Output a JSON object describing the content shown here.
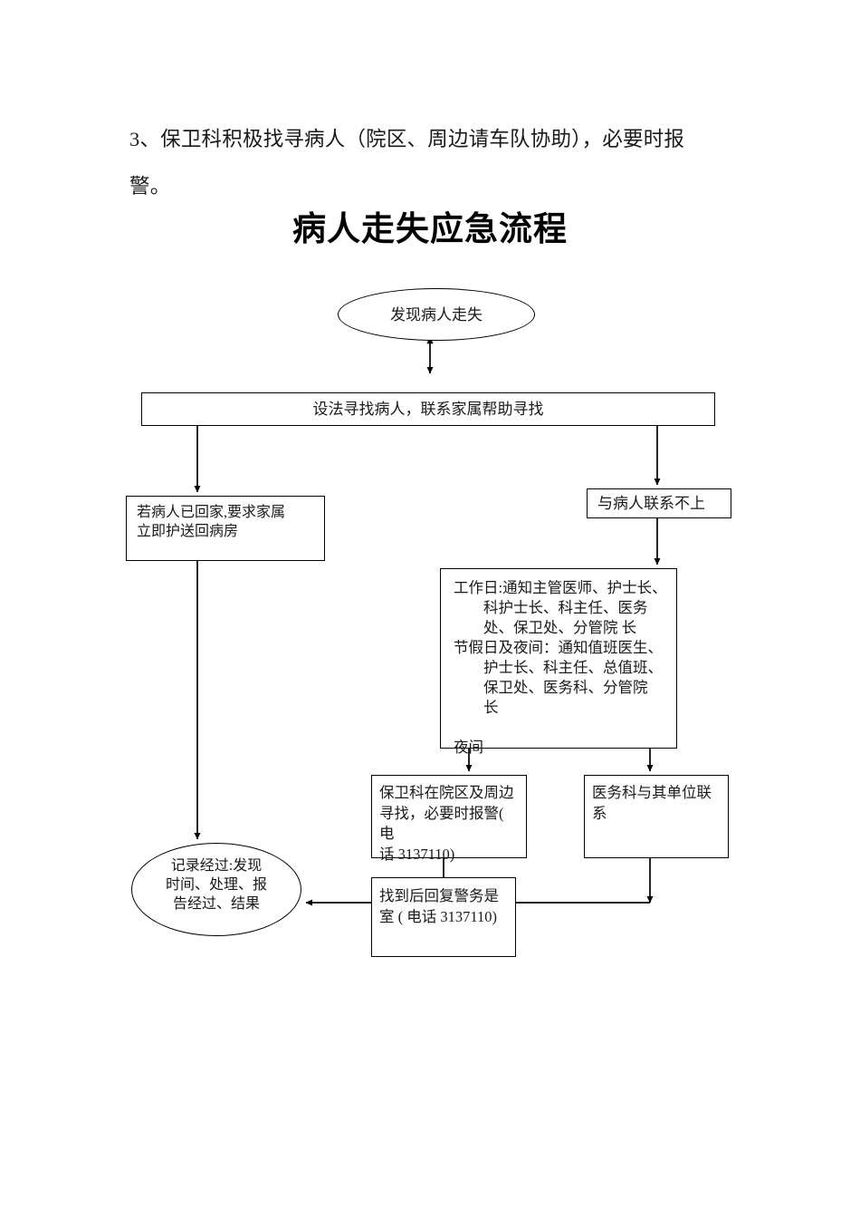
{
  "document": {
    "intro_paragraph": "3、保卫科积极找寻病人（院区、周边请车队协助），必要时报\n警。",
    "chart_title": "病人走失应急流程"
  },
  "flowchart": {
    "nodes": [
      {
        "id": "start",
        "shape": "ellipse",
        "label": "发现病人走失"
      },
      {
        "id": "search",
        "shape": "rectangle",
        "label": "设法寻找病人，联系家属帮助寻找"
      },
      {
        "id": "home",
        "shape": "rectangle",
        "label": "若病人已回家,要求家属\n立即护送回病房"
      },
      {
        "id": "nocontact",
        "shape": "rectangle",
        "label": "与病人联系不上"
      },
      {
        "id": "notify",
        "shape": "rectangle",
        "label": "工作日:通知主管医师、护士长、\n        科护士长、科主任、医务\n        处、保卫处、分管院 长\n节假日及夜间：通知值班医生、\n        护士长、科主任、总值班、\n        保卫处、医务科、分管院\n        长\n\n夜间"
      },
      {
        "id": "security",
        "shape": "rectangle",
        "label": "保卫科在院区及周边\n寻找，必要时报警( 电\n话 3137110)"
      },
      {
        "id": "medaffairs",
        "shape": "rectangle",
        "label": "医务科与其单位联\n系"
      },
      {
        "id": "report",
        "shape": "rectangle",
        "label": "找到后回复警务是\n室 ( 电话 3137110)"
      },
      {
        "id": "record",
        "shape": "ellipse",
        "label": "记录经过:发现\n时间、处理、报\n告经过、结果"
      }
    ],
    "edges": [
      {
        "from": "start",
        "to": "search",
        "type": "double-arrow"
      },
      {
        "from": "search",
        "to": "home",
        "type": "arrow"
      },
      {
        "from": "search",
        "to": "nocontact",
        "type": "arrow"
      },
      {
        "from": "nocontact",
        "to": "notify",
        "type": "arrow"
      },
      {
        "from": "home",
        "to": "record",
        "type": "arrow"
      },
      {
        "from": "notify",
        "to": "security",
        "type": "arrow"
      },
      {
        "from": "notify",
        "to": "medaffairs",
        "type": "arrow"
      },
      {
        "from": "security",
        "to": "report",
        "type": "line"
      },
      {
        "from": "report",
        "to": "record",
        "type": "arrow"
      },
      {
        "from": "medaffairs",
        "to": "report",
        "type": "arrow"
      }
    ],
    "colors": {
      "stroke": "#000000",
      "text": "#1a1a1a",
      "background": "#ffffff"
    }
  }
}
